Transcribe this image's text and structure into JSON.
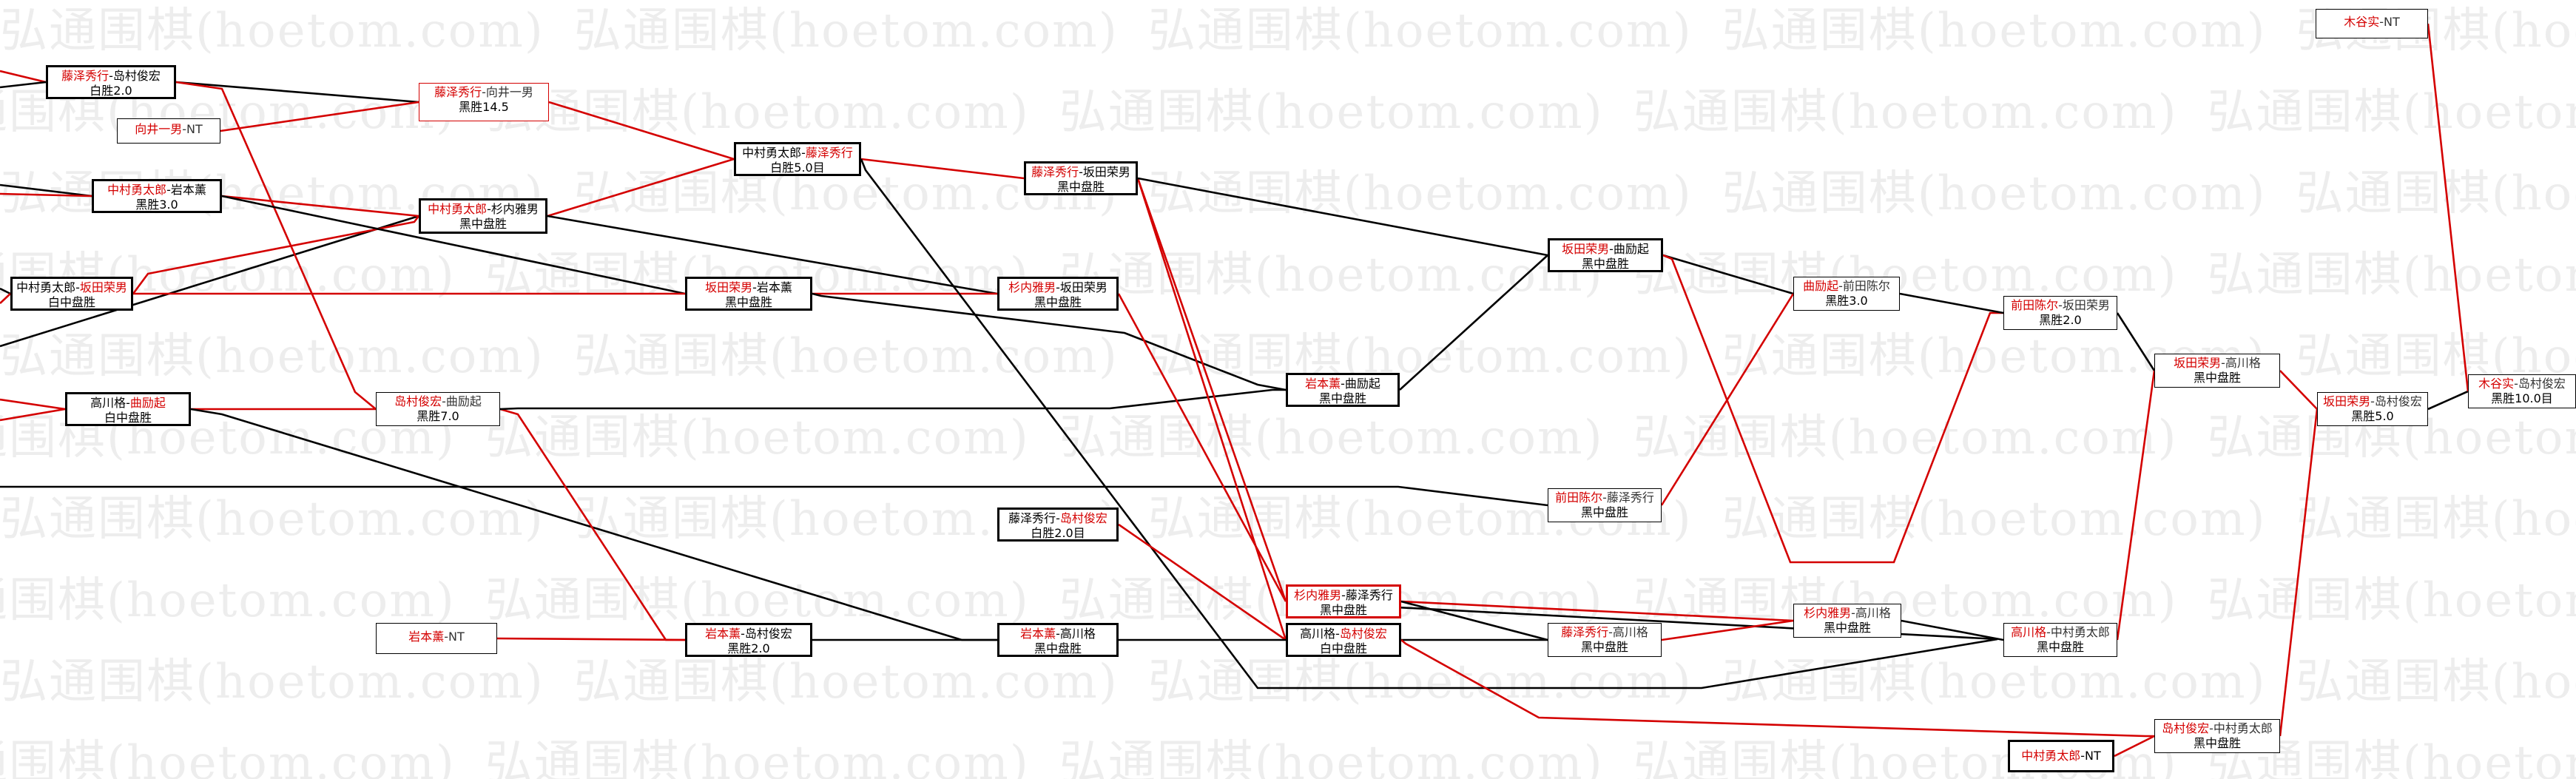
{
  "watermark_text": "弘通围棋(hoetom.com)",
  "colors": {
    "winner": "#d40000",
    "line": "#000000",
    "winner_path": "#d40000"
  },
  "matches": [
    {
      "id": "m1",
      "winner": "藤泽秀行",
      "sep": "-",
      "loser": "岛村俊宏",
      "winner_pos": "first",
      "result": "白胜2.0"
    },
    {
      "id": "m2",
      "winner": "向井一男",
      "sep": "-",
      "loser": "NT",
      "winner_pos": "first",
      "result": ""
    },
    {
      "id": "m3",
      "winner": "中村勇太郎",
      "sep": "-",
      "loser": "岩本薰",
      "winner_pos": "first",
      "result": "黑胜3.0"
    },
    {
      "id": "m4",
      "winner": "坂田荣男",
      "sep": "-",
      "loser": "中村勇太郎",
      "winner_pos": "second",
      "result": "白中盘胜"
    },
    {
      "id": "m5",
      "winner": "曲励起",
      "sep": "-",
      "loser": "高川格",
      "winner_pos": "second",
      "result": "白中盘胜"
    },
    {
      "id": "m6",
      "winner": "岩本薰",
      "sep": "-",
      "loser": "NT",
      "winner_pos": "first",
      "result": ""
    },
    {
      "id": "m7",
      "winner": "藤泽秀行",
      "sep": "-",
      "loser": "向井一男",
      "winner_pos": "first",
      "result": "黑胜14.5"
    },
    {
      "id": "m8",
      "winner": "中村勇太郎",
      "sep": "-",
      "loser": "杉内雅男",
      "winner_pos": "first",
      "result": "黑中盘胜"
    },
    {
      "id": "m9",
      "winner": "岛村俊宏",
      "sep": "-",
      "loser": "曲励起",
      "winner_pos": "first",
      "result": "黑胜7.0"
    },
    {
      "id": "m10",
      "winner": "坂田荣男",
      "sep": "-",
      "loser": "岩本薰",
      "winner_pos": "first",
      "result": "黑中盘胜"
    },
    {
      "id": "m11",
      "winner": "岩本薰",
      "sep": "-",
      "loser": "岛村俊宏",
      "winner_pos": "first",
      "result": "黑胜2.0"
    },
    {
      "id": "m12",
      "winner": "藤泽秀行",
      "sep": "-",
      "loser": "中村勇太郎",
      "winner_pos": "second",
      "result": "白胜5.0目"
    },
    {
      "id": "m13",
      "winner": "藤泽秀行",
      "sep": "-",
      "loser": "坂田荣男",
      "winner_pos": "first",
      "result": "黑中盘胜"
    },
    {
      "id": "m14",
      "winner": "杉内雅男",
      "sep": "-",
      "loser": "坂田荣男",
      "winner_pos": "first",
      "result": "黑中盘胜"
    },
    {
      "id": "m15",
      "winner": "岛村俊宏",
      "sep": "-",
      "loser": "藤泽秀行",
      "winner_pos": "second",
      "result": "白胜2.0目"
    },
    {
      "id": "m16",
      "winner": "岩本薰",
      "sep": "-",
      "loser": "高川格",
      "winner_pos": "first",
      "result": "黑中盘胜"
    },
    {
      "id": "m17",
      "winner": "岩本薰",
      "sep": "-",
      "loser": "曲励起",
      "winner_pos": "first",
      "result": "黑中盘胜"
    },
    {
      "id": "m18",
      "winner": "杉内雅男",
      "sep": "-",
      "loser": "藤泽秀行",
      "winner_pos": "first",
      "result": "黑中盘胜"
    },
    {
      "id": "m19",
      "winner": "岛村俊宏",
      "sep": "-",
      "loser": "高川格",
      "winner_pos": "second",
      "result": "白中盘胜"
    },
    {
      "id": "m20",
      "winner": "坂田荣男",
      "sep": "-",
      "loser": "曲励起",
      "winner_pos": "first",
      "result": "黑中盘胜"
    },
    {
      "id": "m21",
      "winner": "前田陈尔",
      "sep": "-",
      "loser": "藤泽秀行",
      "winner_pos": "first",
      "result": "黑中盘胜"
    },
    {
      "id": "m22",
      "winner": "藤泽秀行",
      "sep": "-",
      "loser": "高川格",
      "winner_pos": "first",
      "result": "黑中盘胜"
    },
    {
      "id": "m23",
      "winner": "曲励起",
      "sep": "-",
      "loser": "前田陈尔",
      "winner_pos": "first",
      "result": "黑胜3.0"
    },
    {
      "id": "m24",
      "winner": "杉内雅男",
      "sep": "-",
      "loser": "高川格",
      "winner_pos": "first",
      "result": "黑中盘胜"
    },
    {
      "id": "m25",
      "winner": "前田陈尔",
      "sep": "-",
      "loser": "坂田荣男",
      "winner_pos": "first",
      "result": "黑胜2.0"
    },
    {
      "id": "m26",
      "winner": "高川格",
      "sep": "-",
      "loser": "中村勇太郎",
      "winner_pos": "first",
      "result": "黑中盘胜"
    },
    {
      "id": "m27",
      "winner": "坂田荣男",
      "sep": "-",
      "loser": "高川格",
      "winner_pos": "first",
      "result": "黑中盘胜"
    },
    {
      "id": "m28",
      "winner": "岛村俊宏",
      "sep": "-",
      "loser": "中村勇太郎",
      "winner_pos": "first",
      "result": "黑中盘胜"
    },
    {
      "id": "m29",
      "winner": "中村勇太郎",
      "sep": "-",
      "loser": "NT",
      "winner_pos": "first",
      "result": ""
    },
    {
      "id": "m30",
      "winner": "坂田荣男",
      "sep": "-",
      "loser": "岛村俊宏",
      "winner_pos": "first",
      "result": "黑胜5.0"
    },
    {
      "id": "m31",
      "winner": "木谷实",
      "sep": "-",
      "loser": "NT",
      "winner_pos": "first",
      "result": ""
    },
    {
      "id": "m32",
      "winner": "木谷实",
      "sep": "-",
      "loser": "岛村俊宏",
      "winner_pos": "first",
      "result": "黑胜10.0目"
    }
  ]
}
